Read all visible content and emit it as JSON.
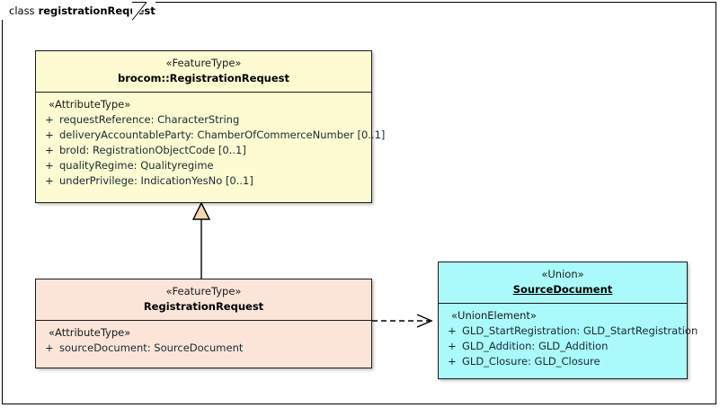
{
  "diagram": {
    "tab_kind": "class",
    "tab_name": "registrationRequest",
    "canvas_background": "#ffffff",
    "border_color": "#000000"
  },
  "classes": {
    "brocom_registration_request": {
      "stereotype": "«FeatureType»",
      "name": "brocom::RegistrationRequest",
      "fill": "#fdfbd2",
      "compartment_stereotype": "«AttributeType»",
      "attributes": [
        {
          "visibility": "+",
          "text": "requestReference: CharacterString"
        },
        {
          "visibility": "+",
          "text": "deliveryAccountableParty: ChamberOfCommerceNumber [0..1]"
        },
        {
          "visibility": "+",
          "text": "broId: RegistrationObjectCode [0..1]"
        },
        {
          "visibility": "+",
          "text": "qualityRegime: Qualityregime"
        },
        {
          "visibility": "+",
          "text": "underPrivilege: IndicationYesNo [0..1]"
        }
      ]
    },
    "registration_request": {
      "stereotype": "«FeatureType»",
      "name": "RegistrationRequest",
      "fill": "#fae5d8",
      "compartment_stereotype": "«AttributeType»",
      "attributes": [
        {
          "visibility": "+",
          "text": "sourceDocument: SourceDocument"
        }
      ]
    },
    "source_document": {
      "stereotype": "«Union»",
      "name": "SourceDocument",
      "fill": "#aafafa",
      "compartment_stereotype": "«UnionElement»",
      "attributes": [
        {
          "visibility": "+",
          "text": "GLD_StartRegistration: GLD_StartRegistration"
        },
        {
          "visibility": "+",
          "text": "GLD_Addition: GLD_Addition"
        },
        {
          "visibility": "+",
          "text": "GLD_Closure: GLD_Closure"
        }
      ]
    }
  },
  "connectors": {
    "generalization": {
      "kind": "generalization",
      "from": "RegistrationRequest",
      "to": "brocom::RegistrationRequest",
      "line_style": "solid",
      "arrowhead": "hollow-triangle",
      "arrowhead_fill": "#f5d6b0"
    },
    "dependency": {
      "kind": "dependency",
      "from": "RegistrationRequest",
      "to": "SourceDocument",
      "line_style": "dashed",
      "arrowhead": "open-arrow"
    }
  }
}
